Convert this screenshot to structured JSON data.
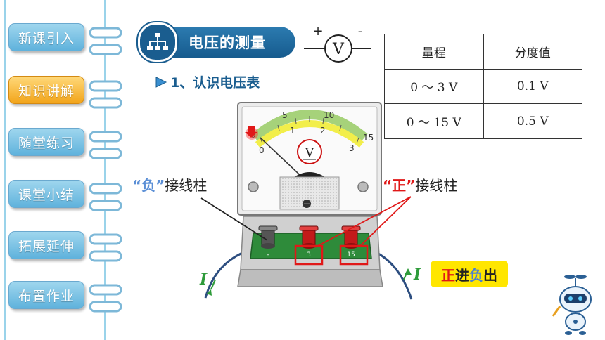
{
  "nav": {
    "items": [
      {
        "label": "新课引入",
        "active": false
      },
      {
        "label": "知识讲解",
        "active": true
      },
      {
        "label": "随堂练习",
        "active": false
      },
      {
        "label": "课堂小结",
        "active": false
      },
      {
        "label": "拓展延伸",
        "active": false
      },
      {
        "label": "布置作业",
        "active": false
      }
    ]
  },
  "header": {
    "section_title": "电压的测量",
    "subtitle": "1、认识电压表"
  },
  "symbol": {
    "plus": "+",
    "minus": "-",
    "letter": "V"
  },
  "range_table": {
    "headers": [
      "量程",
      "分度值"
    ],
    "rows": [
      [
        "0 ～ 3 V",
        "0.1 V"
      ],
      [
        "0 ～ 15 V",
        "0.5 V"
      ]
    ]
  },
  "meter": {
    "scale_top": [
      "0",
      "5",
      "10",
      "15"
    ],
    "scale_bottom": [
      "0",
      "1",
      "2",
      "3"
    ],
    "unit": "V",
    "terminals": [
      "-",
      "3",
      "15"
    ]
  },
  "labels": {
    "negative_quote": "“负”",
    "negative_text": "接线柱",
    "positive_quote": "“正”",
    "positive_text": "接线柱",
    "current_left": "I",
    "current_right": "I"
  },
  "tag": {
    "part1": "正",
    "part2": "进",
    "part3": "负",
    "part4": "出"
  },
  "colors": {
    "nav_blue": "#5fb2dc",
    "nav_active": "#f2a41a",
    "header_blue": "#1a5d8f",
    "red": "#e01818",
    "green_arrow": "#2e9b3a"
  }
}
